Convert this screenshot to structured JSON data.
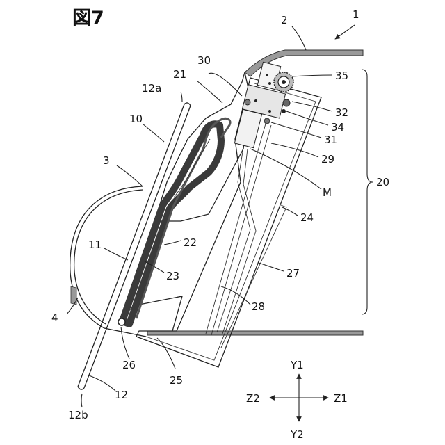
{
  "title": "図7",
  "labels": {
    "n1": "1",
    "n2": "2",
    "n3": "3",
    "n4": "4",
    "n10": "10",
    "n11": "11",
    "n12": "12",
    "n12a": "12a",
    "n12b": "12b",
    "n20": "20",
    "n21": "21",
    "n22": "22",
    "n23": "23",
    "n24": "24",
    "n25": "25",
    "n26": "26",
    "n27": "27",
    "n28": "28",
    "n29": "29",
    "n30": "30",
    "n31": "31",
    "n32": "32",
    "n34": "34",
    "n35": "35",
    "nM": "M"
  },
  "axes": {
    "y1": "Y1",
    "y2": "Y2",
    "z1": "Z1",
    "z2": "Z2"
  }
}
